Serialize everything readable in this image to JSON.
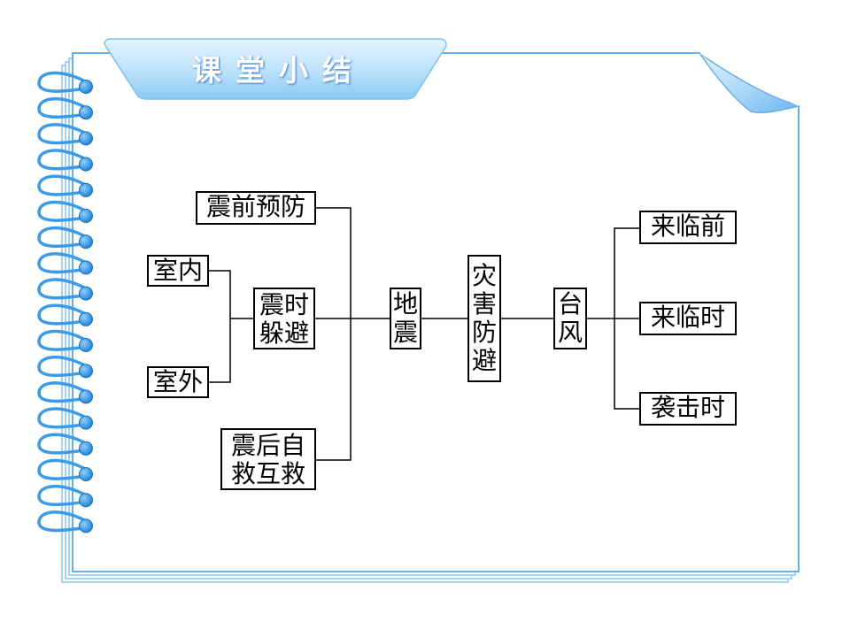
{
  "slide": {
    "tab_title": "课堂小结"
  },
  "diagram": {
    "root": "灾害防避",
    "left_branch": {
      "label": "地震",
      "children": {
        "before": "震前预防",
        "during": "震时躲避",
        "after": "震后自救互救"
      },
      "during_children": {
        "indoor": "室内",
        "outdoor": "室外"
      }
    },
    "right_branch": {
      "label": "台风",
      "children": {
        "before": "来临前",
        "during": "来临时",
        "hit": "袭击时"
      }
    }
  },
  "colors": {
    "page_border": "#6aaee8",
    "tab_light": "#bfe2fb",
    "tab_dark": "#7cc0f0",
    "spiral": "#3a9bea"
  }
}
